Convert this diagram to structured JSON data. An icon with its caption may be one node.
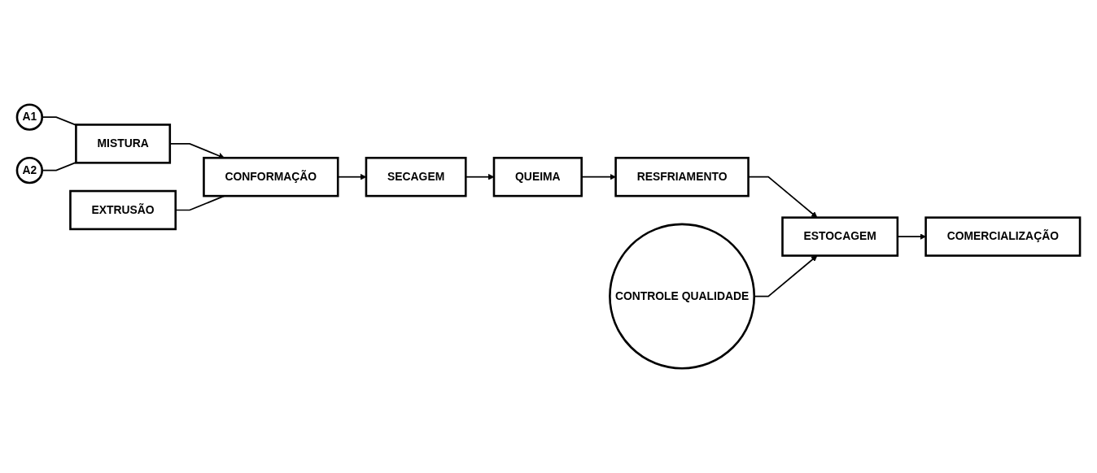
{
  "diagram": {
    "nodes": [
      {
        "text": [
          "A1"
        ]
      },
      {
        "text": [
          "A2"
        ]
      },
      {
        "text": [
          "MISTURA"
        ]
      },
      {
        "text": [
          "EXTRUSÃO"
        ]
      },
      {
        "text": [
          "CONFORMAÇÃO"
        ]
      },
      {
        "text": [
          "SECAGEM"
        ]
      },
      {
        "text": [
          "QUEIMA"
        ]
      },
      {
        "text": [
          "RESFRIAMENTO"
        ]
      },
      {
        "text": [
          "CONTROLE QUALIDADE"
        ]
      },
      {
        "text": [
          "ESTOCAGEM"
        ]
      },
      {
        "text": [
          "COMERCIALIZAÇÃO"
        ]
      }
    ],
    "edges": [
      {
        "from": 0,
        "to": 2,
        "arrow": "none"
      },
      {
        "from": 1,
        "to": 2,
        "arrow": "none"
      },
      {
        "from": 2,
        "to": 4,
        "arrow": "to"
      },
      {
        "from": 3,
        "to": 4,
        "arrow": "none"
      },
      {
        "from": 4,
        "to": 5,
        "arrow": "to"
      },
      {
        "from": 5,
        "to": 6,
        "arrow": "to"
      },
      {
        "from": 6,
        "to": 7,
        "arrow": "to"
      },
      {
        "from": 7,
        "to": 9,
        "arrow": "to"
      },
      {
        "from": 8,
        "to": 9,
        "arrow": "to"
      },
      {
        "from": 9,
        "to": 10,
        "arrow": "to"
      }
    ]
  }
}
